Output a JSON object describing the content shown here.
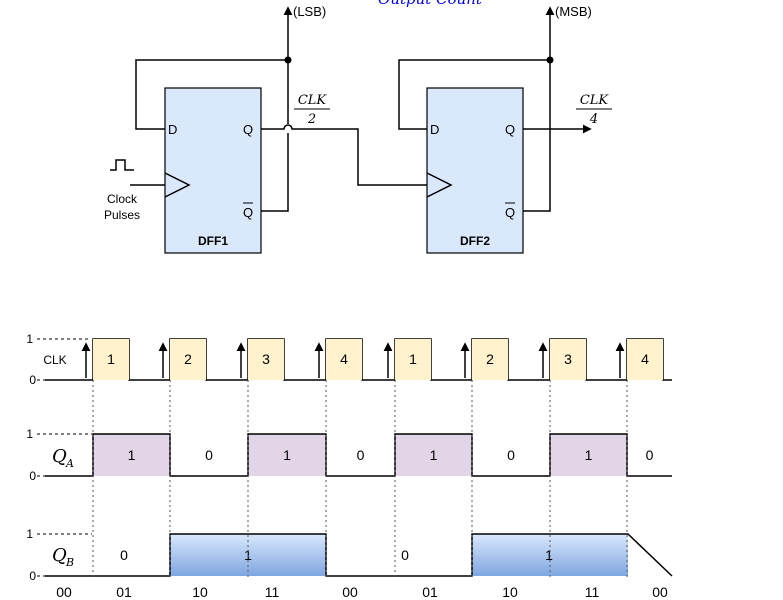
{
  "header": {
    "output_count": "Output Count"
  },
  "circuit": {
    "lsb_label": "(LSB)",
    "msb_label": "(MSB)",
    "clk_half": {
      "num": "CLK",
      "den": "2"
    },
    "clk_quarter": {
      "num": "CLK",
      "den": "4"
    },
    "clock_label_1": "Clock",
    "clock_label_2": "Pulses",
    "dff1": {
      "name": "DFF1",
      "d": "D",
      "q": "Q",
      "qbar": "Q"
    },
    "dff2": {
      "name": "DFF2",
      "d": "D",
      "q": "Q",
      "qbar": "Q"
    }
  },
  "timing": {
    "level_high": "1",
    "level_low": "0",
    "clk_label": "CLK",
    "qa_label": "Q",
    "qa_sub": "A",
    "qb_label": "Q",
    "qb_sub": "B",
    "clk_pulses": [
      "1",
      "2",
      "3",
      "4",
      "1",
      "2",
      "3",
      "4"
    ],
    "qa_values": [
      "1",
      "0",
      "1",
      "0",
      "1",
      "0",
      "1",
      "0"
    ],
    "qb_values": [
      "0",
      "1",
      "0",
      "1"
    ],
    "counts": [
      "00",
      "01",
      "10",
      "11",
      "00",
      "01",
      "10",
      "11",
      "00"
    ]
  },
  "colors": {
    "ff_fill": "#dae8fc",
    "pulse_fill": "#fff2cc",
    "qa_fill": "#e1d5e7",
    "qb_fill_top": "#dae8fc",
    "qb_fill_bottom": "#7ea6e0",
    "header_color": "#0000ee"
  }
}
